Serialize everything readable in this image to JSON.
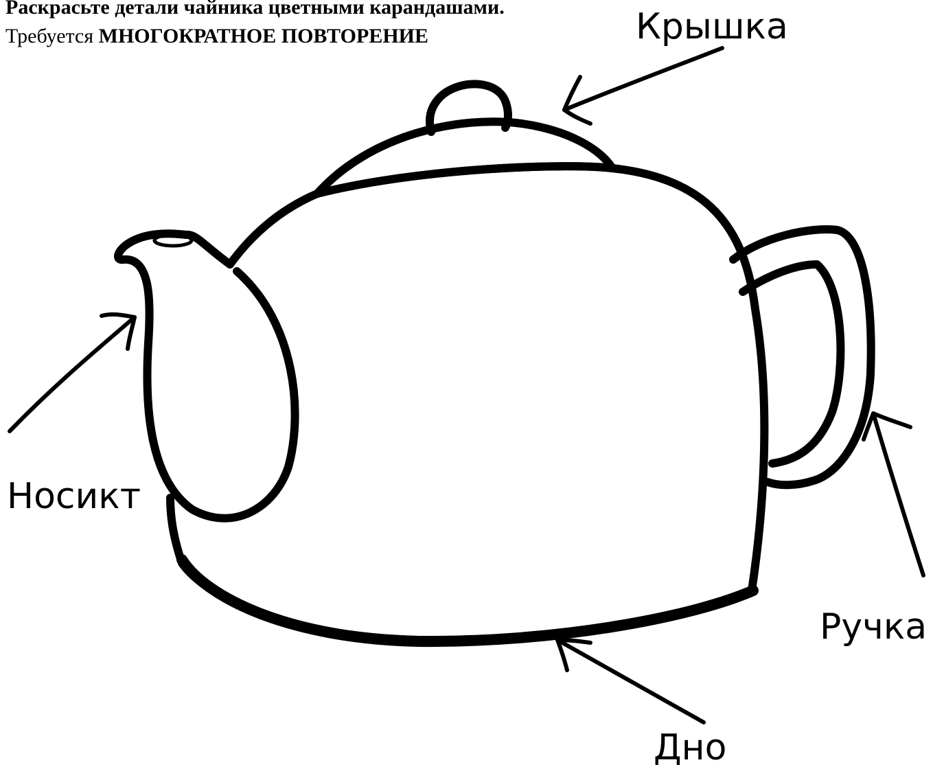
{
  "instructions": {
    "line1": "Раскрасьте детали чайника цветными карандашами.",
    "line2_prefix": "Требуется ",
    "line2_bold": "МНОГОКРАТНОЕ ПОВТОРЕНИЕ"
  },
  "labels": {
    "lid": "Крышка",
    "spout": "Носикт",
    "handle": "Ручка",
    "bottom": "Дно"
  },
  "colors": {
    "ink": "#000000",
    "paper": "#ffffff"
  }
}
